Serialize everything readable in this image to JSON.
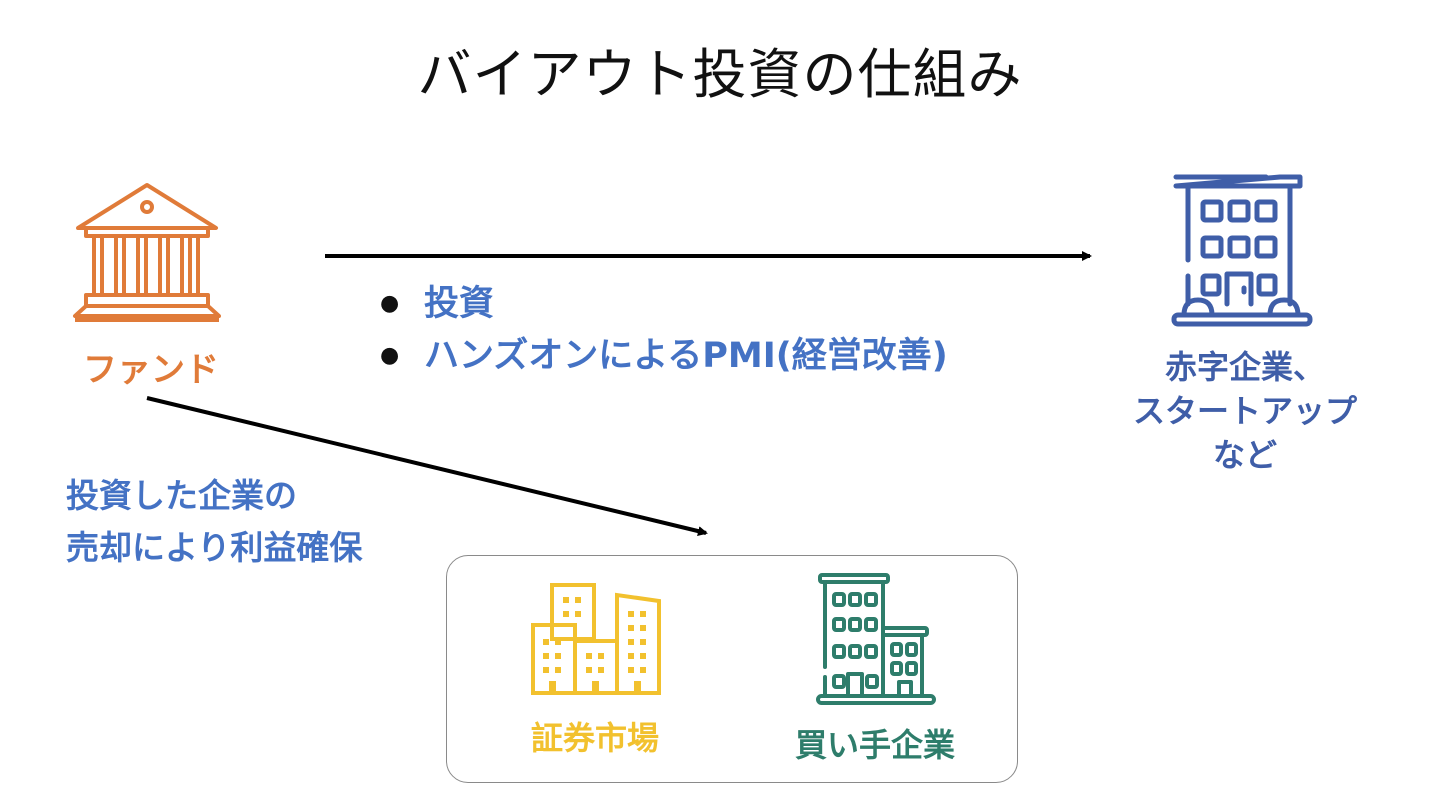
{
  "title": "バイアウト投資の仕組み",
  "fund": {
    "label": "ファンド",
    "icon": "bank-icon",
    "color": "#e07b39"
  },
  "target": {
    "label_lines": [
      "赤字企業、",
      "スタートアップ",
      "など"
    ],
    "icon": "office-building-icon",
    "color": "#3f5ea8"
  },
  "investment_arrow": {
    "bullets": [
      "投資",
      "ハンズオンによるPMI(経営改善)"
    ],
    "color": "#4472c4"
  },
  "exit": {
    "label_lines": [
      "投資した企業の",
      "売却により利益確保"
    ],
    "color": "#4472c4",
    "destinations": [
      {
        "label": "証券市場",
        "icon": "city-buildings-icon",
        "color": "#f2c12e"
      },
      {
        "label": "買い手企業",
        "icon": "company-buildings-icon",
        "color": "#2e7d6b"
      }
    ]
  }
}
